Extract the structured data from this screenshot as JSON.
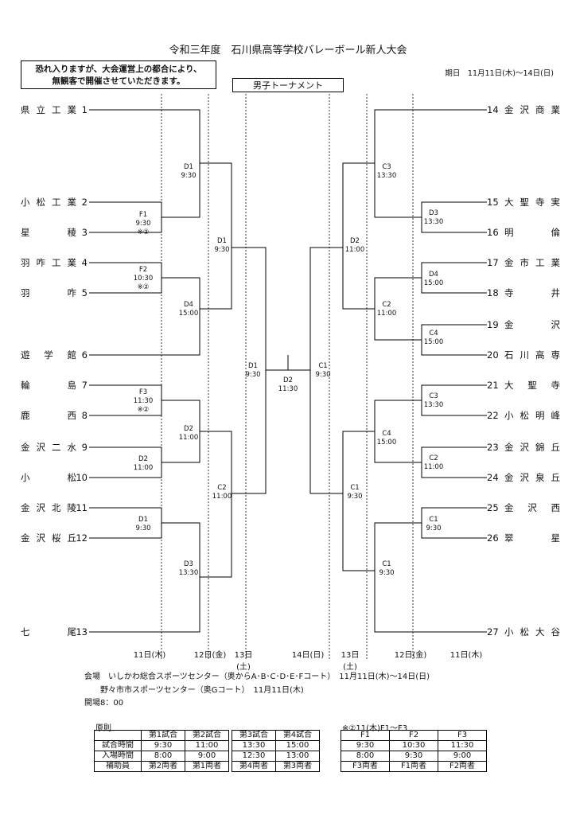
{
  "title": "令和三年度　石川県高等学校バレーボール新人大会",
  "notice": [
    "恐れ入りますが、大会運営上の都合により、",
    "無観客で開催させていただきます。"
  ],
  "period": "期日　11月11日(木)〜14日(日)",
  "tournament_label": "男子トーナメント",
  "left_teams": [
    {
      "no": "1",
      "name": "県立工業"
    },
    {
      "no": "2",
      "name": "小松工業"
    },
    {
      "no": "3",
      "name": "星稜"
    },
    {
      "no": "4",
      "name": "羽咋工業"
    },
    {
      "no": "5",
      "name": "羽咋"
    },
    {
      "no": "6",
      "name": "遊学館"
    },
    {
      "no": "7",
      "name": "輪島"
    },
    {
      "no": "8",
      "name": "鹿西"
    },
    {
      "no": "9",
      "name": "金沢二水"
    },
    {
      "no": "10",
      "name": "小松"
    },
    {
      "no": "11",
      "name": "金沢北陵"
    },
    {
      "no": "12",
      "name": "金沢桜丘"
    },
    {
      "no": "13",
      "name": "七尾"
    }
  ],
  "right_teams": [
    {
      "no": "14",
      "name": "金沢商業"
    },
    {
      "no": "15",
      "name": "大聖寺実"
    },
    {
      "no": "16",
      "name": "明倫"
    },
    {
      "no": "17",
      "name": "金市工業"
    },
    {
      "no": "18",
      "name": "寺井"
    },
    {
      "no": "19",
      "name": "金沢"
    },
    {
      "no": "20",
      "name": "石川高専"
    },
    {
      "no": "21",
      "name": "大聖寺"
    },
    {
      "no": "22",
      "name": "小松明峰"
    },
    {
      "no": "23",
      "name": "金沢錦丘"
    },
    {
      "no": "24",
      "name": "金沢泉丘"
    },
    {
      "no": "25",
      "name": "金沢西"
    },
    {
      "no": "26",
      "name": "翠星"
    },
    {
      "no": "27",
      "name": "小松大谷"
    }
  ],
  "matches": [
    {
      "court": "F1",
      "time": "9:30",
      "note": "※②"
    },
    {
      "court": "F2",
      "time": "10:30",
      "note": "※②"
    },
    {
      "court": "F3",
      "time": "11:30",
      "note": "※②"
    },
    {
      "court": "D1",
      "time": "9:30"
    },
    {
      "court": "D2",
      "time": "11:00"
    },
    {
      "court": "D1",
      "time": "9:30"
    },
    {
      "court": "D4",
      "time": "15:00"
    },
    {
      "court": "D2",
      "time": "11:00"
    },
    {
      "court": "D3",
      "time": "13:30"
    },
    {
      "court": "D1",
      "time": "9:30"
    },
    {
      "court": "C2",
      "time": "11:00"
    },
    {
      "court": "D1",
      "time": "9:30"
    },
    {
      "court": "D2",
      "time": "11:30"
    },
    {
      "court": "C1",
      "time": "9:30"
    },
    {
      "court": "D2",
      "time": "11:00"
    },
    {
      "court": "C1",
      "time": "9:30"
    },
    {
      "court": "C3",
      "time": "13:30"
    },
    {
      "court": "C2",
      "time": "11:00"
    },
    {
      "court": "C4",
      "time": "15:00"
    },
    {
      "court": "C1",
      "time": "9:30"
    },
    {
      "court": "D3",
      "time": "13:30"
    },
    {
      "court": "D4",
      "time": "15:00"
    },
    {
      "court": "C4",
      "time": "15:00"
    },
    {
      "court": "C3",
      "time": "13:30"
    },
    {
      "court": "C2",
      "time": "11:00"
    },
    {
      "court": "C1",
      "time": "9:30"
    }
  ],
  "days": [
    "11日(木)",
    "12日(金)",
    "13日(土)",
    "14日(日)",
    "13日(土)",
    "12日(金)",
    "11日(木)"
  ],
  "venue": "会場　いしかわ総合スポーツセンター（奥からA･B･C･D･E･Fコート）　11月11日(木)〜14日(日)",
  "venue2": "野々市市スポーツセンター（奥Gコート）　11月11日(木)",
  "open": "開場8：00",
  "rules": {
    "label": "原則",
    "headers": [
      "",
      "第1試合",
      "第2試合",
      "第3試合",
      "第4試合"
    ],
    "rows": [
      [
        "試合時間",
        "9:30",
        "11:00",
        "13:30",
        "15:00"
      ],
      [
        "入場時間",
        "8:00",
        "9:00",
        "12:30",
        "13:00"
      ],
      [
        "補助員",
        "第2両者",
        "第1両者",
        "第4両者",
        "第3両者"
      ]
    ]
  },
  "f_schedule": {
    "label": "※②11(木)F1〜F3",
    "headers": [
      "F1",
      "F2",
      "F3"
    ],
    "rows": [
      [
        "9:30",
        "10:30",
        "11:30"
      ],
      [
        "8:00",
        "9:30",
        "9:00"
      ],
      [
        "F3両者",
        "F1両者",
        "F2両者"
      ]
    ]
  }
}
